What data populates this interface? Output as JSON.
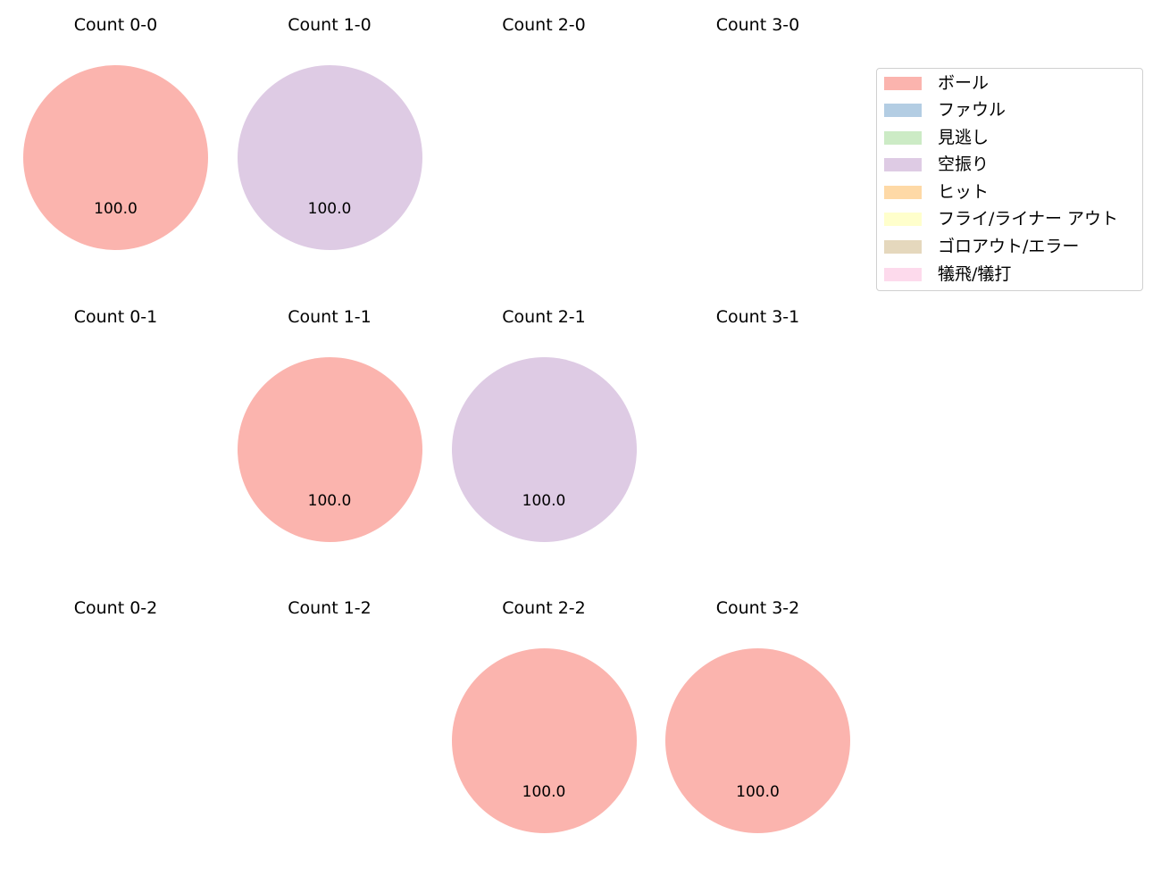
{
  "chart_data": {
    "type": "pie",
    "layout": "3 rows x 4 columns grid of pie charts, one per ball-strike count",
    "legend_position": "upper right",
    "categories": [
      "ボール",
      "ファウル",
      "見逃し",
      "空振り",
      "ヒット",
      "フライ/ライナー アウト",
      "ゴロアウト/エラー",
      "犠飛/犠打"
    ],
    "colors": [
      "#fbb4ae",
      "#b3cde3",
      "#ccebc5",
      "#decbe4",
      "#fed9a6",
      "#ffffcc",
      "#e5d8bd",
      "#fddaec"
    ],
    "subplots": [
      {
        "title": "Count 0-0",
        "slices": [
          {
            "label": "ボール",
            "value": 100.0
          }
        ]
      },
      {
        "title": "Count 1-0",
        "slices": [
          {
            "label": "空振り",
            "value": 100.0
          }
        ]
      },
      {
        "title": "Count 2-0",
        "slices": []
      },
      {
        "title": "Count 3-0",
        "slices": []
      },
      {
        "title": "Count 0-1",
        "slices": []
      },
      {
        "title": "Count 1-1",
        "slices": [
          {
            "label": "ボール",
            "value": 100.0
          }
        ]
      },
      {
        "title": "Count 2-1",
        "slices": [
          {
            "label": "空振り",
            "value": 100.0
          }
        ]
      },
      {
        "title": "Count 3-1",
        "slices": []
      },
      {
        "title": "Count 0-2",
        "slices": []
      },
      {
        "title": "Count 1-2",
        "slices": []
      },
      {
        "title": "Count 2-2",
        "slices": [
          {
            "label": "ボール",
            "value": 100.0
          }
        ]
      },
      {
        "title": "Count 3-2",
        "slices": [
          {
            "label": "ボール",
            "value": 100.0
          }
        ]
      }
    ]
  },
  "grid": {
    "c00": {
      "title": "Count 0-0",
      "pct": "100.0",
      "color": "#fbb4ae"
    },
    "c10": {
      "title": "Count 1-0",
      "pct": "100.0",
      "color": "#decbe4"
    },
    "c20": {
      "title": "Count 2-0"
    },
    "c30": {
      "title": "Count 3-0"
    },
    "c01": {
      "title": "Count 0-1"
    },
    "c11": {
      "title": "Count 1-1",
      "pct": "100.0",
      "color": "#fbb4ae"
    },
    "c21": {
      "title": "Count 2-1",
      "pct": "100.0",
      "color": "#decbe4"
    },
    "c31": {
      "title": "Count 3-1"
    },
    "c02": {
      "title": "Count 0-2"
    },
    "c12": {
      "title": "Count 1-2"
    },
    "c22": {
      "title": "Count 2-2",
      "pct": "100.0",
      "color": "#fbb4ae"
    },
    "c32": {
      "title": "Count 3-2",
      "pct": "100.0",
      "color": "#fbb4ae"
    }
  },
  "legend": {
    "items": [
      {
        "label": "ボール",
        "color": "#fbb4ae"
      },
      {
        "label": "ファウル",
        "color": "#b3cde3"
      },
      {
        "label": "見逃し",
        "color": "#ccebc5"
      },
      {
        "label": "空振り",
        "color": "#decbe4"
      },
      {
        "label": "ヒット",
        "color": "#fed9a6"
      },
      {
        "label": "フライ/ライナー アウト",
        "color": "#ffffcc"
      },
      {
        "label": "ゴロアウト/エラー",
        "color": "#e5d8bd"
      },
      {
        "label": "犠飛/犠打",
        "color": "#fddaec"
      }
    ]
  }
}
